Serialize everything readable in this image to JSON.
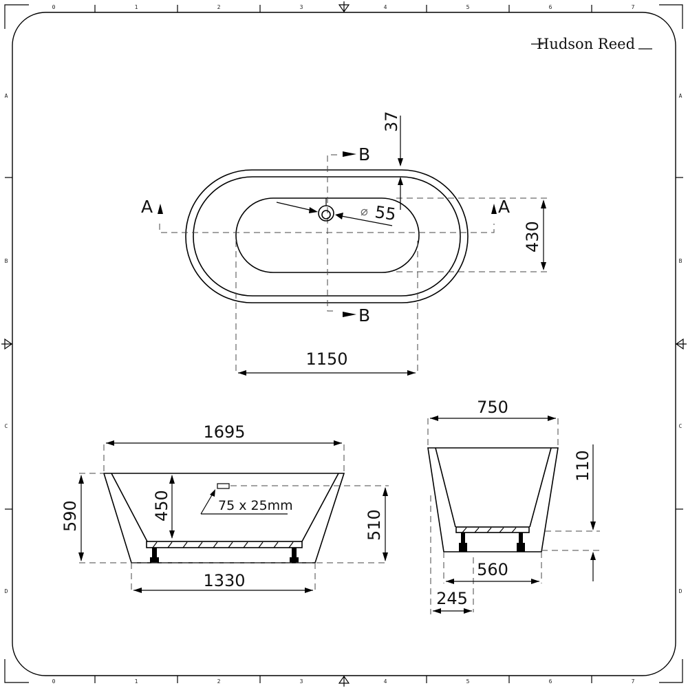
{
  "brand": {
    "name": "Hudson Reed"
  },
  "frame": {
    "ruler_top": [
      "0",
      "1",
      "2",
      "3",
      "4",
      "5",
      "6",
      "7"
    ],
    "ruler_bottom": [
      "0",
      "1",
      "2",
      "3",
      "4",
      "5",
      "6",
      "7"
    ],
    "ruler_left": [
      "A",
      "B",
      "C",
      "D"
    ],
    "ruler_right": [
      "A",
      "B",
      "C",
      "D"
    ]
  },
  "plan_view": {
    "section_a_left": "A",
    "section_a_right": "A",
    "section_b_top": "B",
    "section_b_bottom": "B",
    "dim_rim_thickness": "37",
    "dim_waste_diameter_symbol": "⌀",
    "dim_waste_diameter": "55",
    "dim_inner_width": "430",
    "dim_inner_length": "1150"
  },
  "side_view": {
    "dim_overall_length": "1695",
    "dim_overall_height": "590",
    "dim_inner_depth": "450",
    "dim_overflow_height": "510",
    "dim_base_length": "1330",
    "overflow_note": "75 x 25mm"
  },
  "end_view": {
    "dim_overall_width": "750",
    "dim_leg_height": "110",
    "dim_base_width": "560",
    "dim_waste_offset": "245"
  }
}
